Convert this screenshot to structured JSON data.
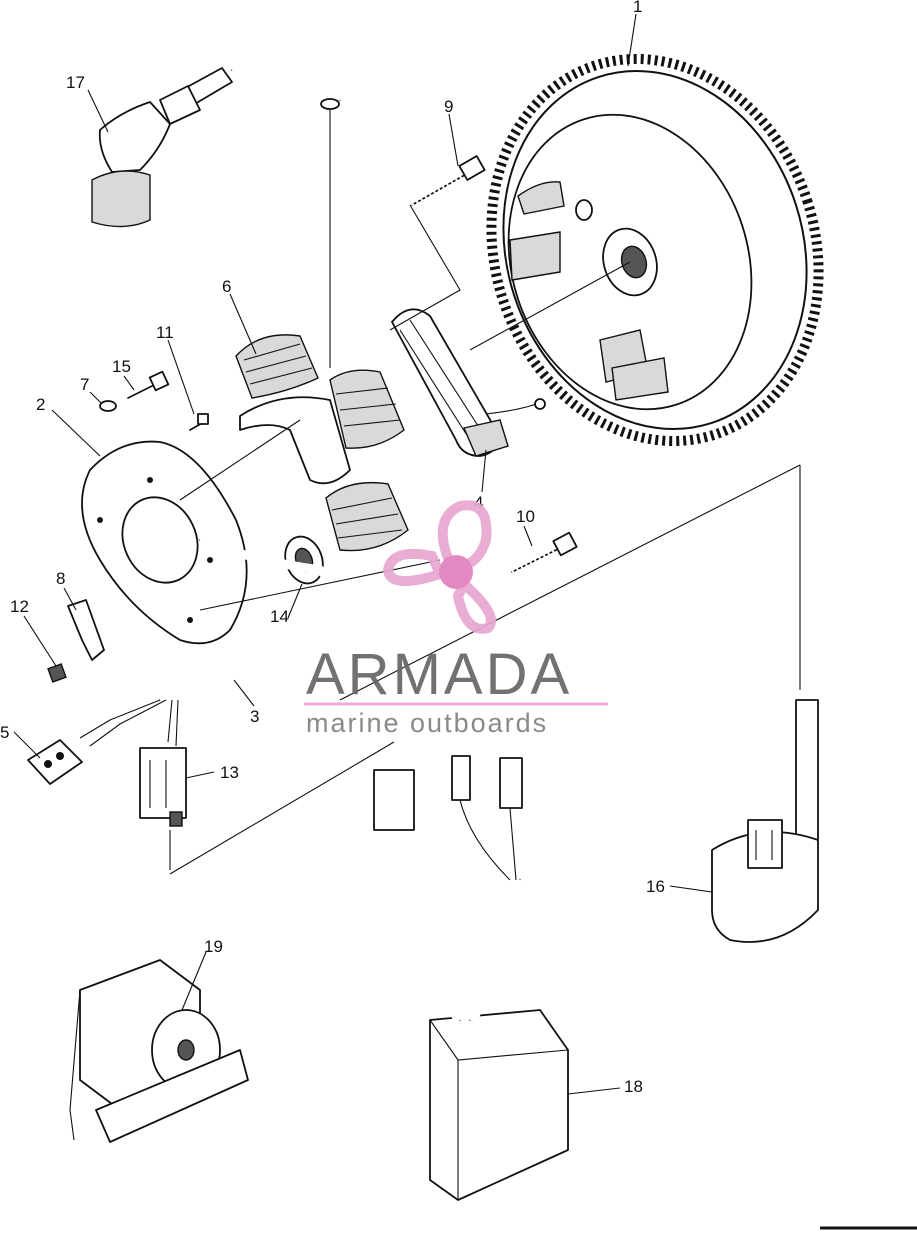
{
  "diagram": {
    "callouts": {
      "p1": "1",
      "p2": "2",
      "p3": "3",
      "p4": "4",
      "p5": "5",
      "p6": "6",
      "p7": "7",
      "p8": "8",
      "p9": "9",
      "p10": "10",
      "p11": "11",
      "p12": "12",
      "p13": "13",
      "p14": "14",
      "p15": "15",
      "p16": "16",
      "p17": "17",
      "p18": "18",
      "p19": "19"
    }
  },
  "watermark": {
    "title": "ARMADA",
    "subtitle": "marine outboards",
    "logo_icon": "propeller-logo-icon",
    "colors": {
      "logo": "#e8a6cf",
      "logo_hub": "#e07fbf",
      "text": "#6e6e6e"
    }
  }
}
